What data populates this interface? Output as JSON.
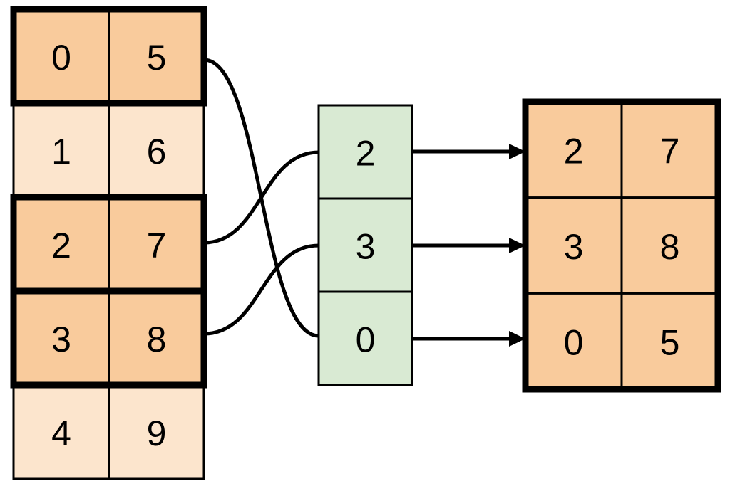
{
  "colors": {
    "background": "#FFFFFF",
    "stroke": "#000000",
    "source_highlight_fill": "#F9CB9C",
    "source_plain_fill": "#FCE5CD",
    "index_fill": "#D9EAD3",
    "result_fill": "#F9CB9C"
  },
  "source_table": {
    "rows": [
      {
        "cells": [
          "0",
          "5"
        ],
        "highlighted": true
      },
      {
        "cells": [
          "1",
          "6"
        ],
        "highlighted": false
      },
      {
        "cells": [
          "2",
          "7"
        ],
        "highlighted": true
      },
      {
        "cells": [
          "3",
          "8"
        ],
        "highlighted": true
      },
      {
        "cells": [
          "4",
          "9"
        ],
        "highlighted": false
      }
    ]
  },
  "index_column": {
    "values": [
      "2",
      "3",
      "0"
    ]
  },
  "result_table": {
    "rows": [
      {
        "cells": [
          "2",
          "7"
        ]
      },
      {
        "cells": [
          "3",
          "8"
        ]
      },
      {
        "cells": [
          "0",
          "5"
        ]
      }
    ]
  }
}
